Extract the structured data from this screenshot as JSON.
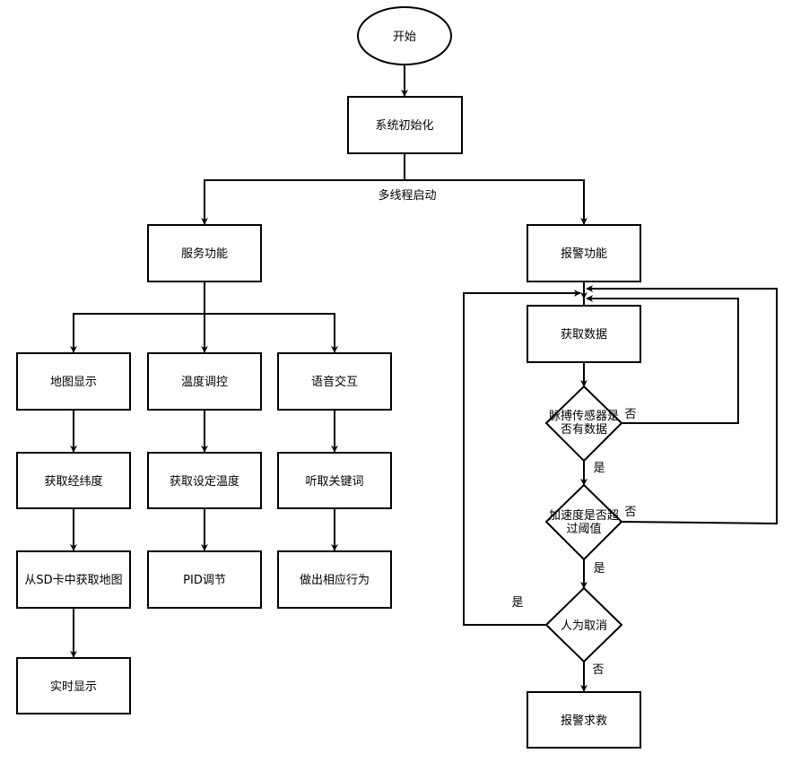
{
  "nodes": {
    "start": "开始",
    "init": "系统初始化",
    "service": "服务功能",
    "alarm": "报警功能",
    "map_display": "地图显示",
    "temp_control": "温度调控",
    "voice": "语音交互",
    "get_coords": "获取经纬度",
    "get_set_temp": "获取设定温度",
    "listen_keyword": "听取关键词",
    "get_map_sd": "从SD卡中获取地图",
    "pid": "PID调节",
    "act": "做出相应行为",
    "realtime": "实时显示",
    "get_data": "获取数据",
    "pulse_q_1": "脉搏传感器是",
    "pulse_q_2": "否有数据",
    "accel_q_1": "加速度是否超",
    "accel_q_2": "过阈值",
    "cancel_q": "人为取消",
    "sos": "报警求救"
  },
  "edge_labels": {
    "multithread": "多线程启动",
    "pulse_no": "否",
    "pulse_yes": "是",
    "accel_no": "否",
    "accel_yes": "是",
    "cancel_yes": "是",
    "cancel_no": "否"
  }
}
